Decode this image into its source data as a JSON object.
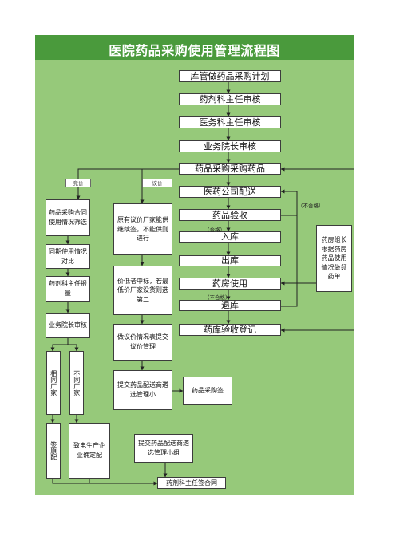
{
  "title": "医院药品采购使用管理流程图",
  "main_flow": [
    "库管做药品采购计划",
    "药剂科主任审核",
    "医务科主任审核",
    "业务院长审核",
    "药品采购采购药品",
    "医药公司配送",
    "药品验收",
    "入库",
    "出库",
    "药房使用",
    "退库",
    "药库验收登记"
  ],
  "tags": {
    "bargain": "竞价",
    "negotiate": "议价"
  },
  "notes": {
    "qualified_1": "（合格）",
    "unqualified_1": "（不合格）",
    "unqualified_2": "（不合格）"
  },
  "left_flow": [
    "药品采购合同使用情况筛选",
    "同期使用情况对比",
    "药剂科主任报量",
    "业务院长审核"
  ],
  "left_branches": {
    "same": "相同厂家",
    "different": "不同厂家",
    "sign": "签原配",
    "contact": "致电生产企业确定配"
  },
  "middle_flow": [
    "原有议价厂家能供继续签，不能供则进行",
    "价低者中标，若最低价厂家没货则选第二",
    "做议价情况表提交议价管理",
    "提交药品配送商遴选管理小"
  ],
  "sign_box": "药品采购签",
  "submit_box": "提交药品配送商遴选管理小组",
  "final_box": "药剂科主任签合同",
  "right_box": "药房组长根据药房药品使用情况做领药单"
}
